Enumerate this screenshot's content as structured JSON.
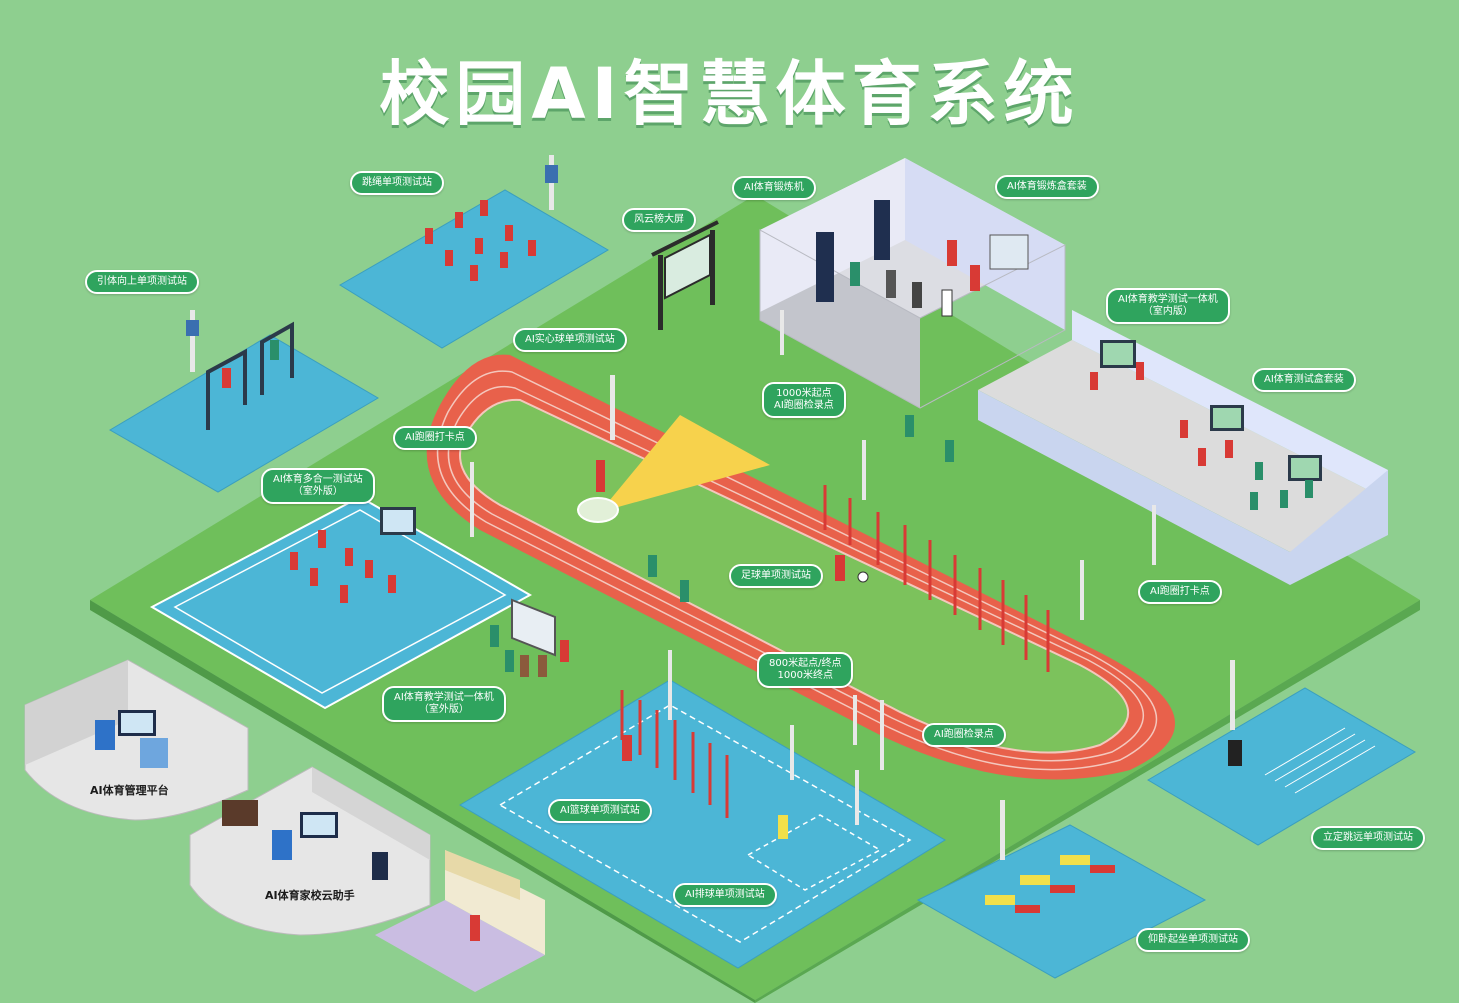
{
  "title": "校园AI智慧体育系统",
  "colors": {
    "background": "#8ecf8f",
    "lawn": "#6fbf5b",
    "court_blue": "#4cb6d6",
    "track_red": "#e8614b",
    "field_green": "#7cc25c",
    "label_green": "#2fa45e",
    "shot_sector": "#f7d24c"
  },
  "labels": {
    "jump_rope": "跳绳单项测试站",
    "pullup": "引体向上单项测试站",
    "leaderboard": "风云榜大屏",
    "training_machine": "AI体育锻炼机",
    "training_box": "AI体育锻炼盒套装",
    "teaching_indoor_1": "AI体育教学测试一体机",
    "teaching_indoor_2": "（室内版）",
    "test_box": "AI体育测试盒套装",
    "medicine_ball": "AI实心球单项测试站",
    "start_1000_1": "1000米起点",
    "start_1000_2": "AI跑圈检录点",
    "run_checkin_left": "AI跑圈打卡点",
    "multi_outdoor_1": "AI体育多合一测试站",
    "multi_outdoor_2": "（室外版）",
    "football": "足球单项测试站",
    "run_checkin_right": "AI跑圈打卡点",
    "start_800_1": "800米起点/终点",
    "start_800_2": "1000米终点",
    "teaching_outdoor_1": "AI体育教学测试一体机",
    "teaching_outdoor_2": "（室外版）",
    "run_register": "AI跑圈检录点",
    "management": "AI体育管理平台",
    "basketball": "AI篮球单项测试站",
    "volleyball": "AI排球单项测试站",
    "long_jump": "立定跳远单项测试站",
    "home_school": "AI体育家校云助手",
    "situps": "仰卧起坐单项测试站"
  }
}
